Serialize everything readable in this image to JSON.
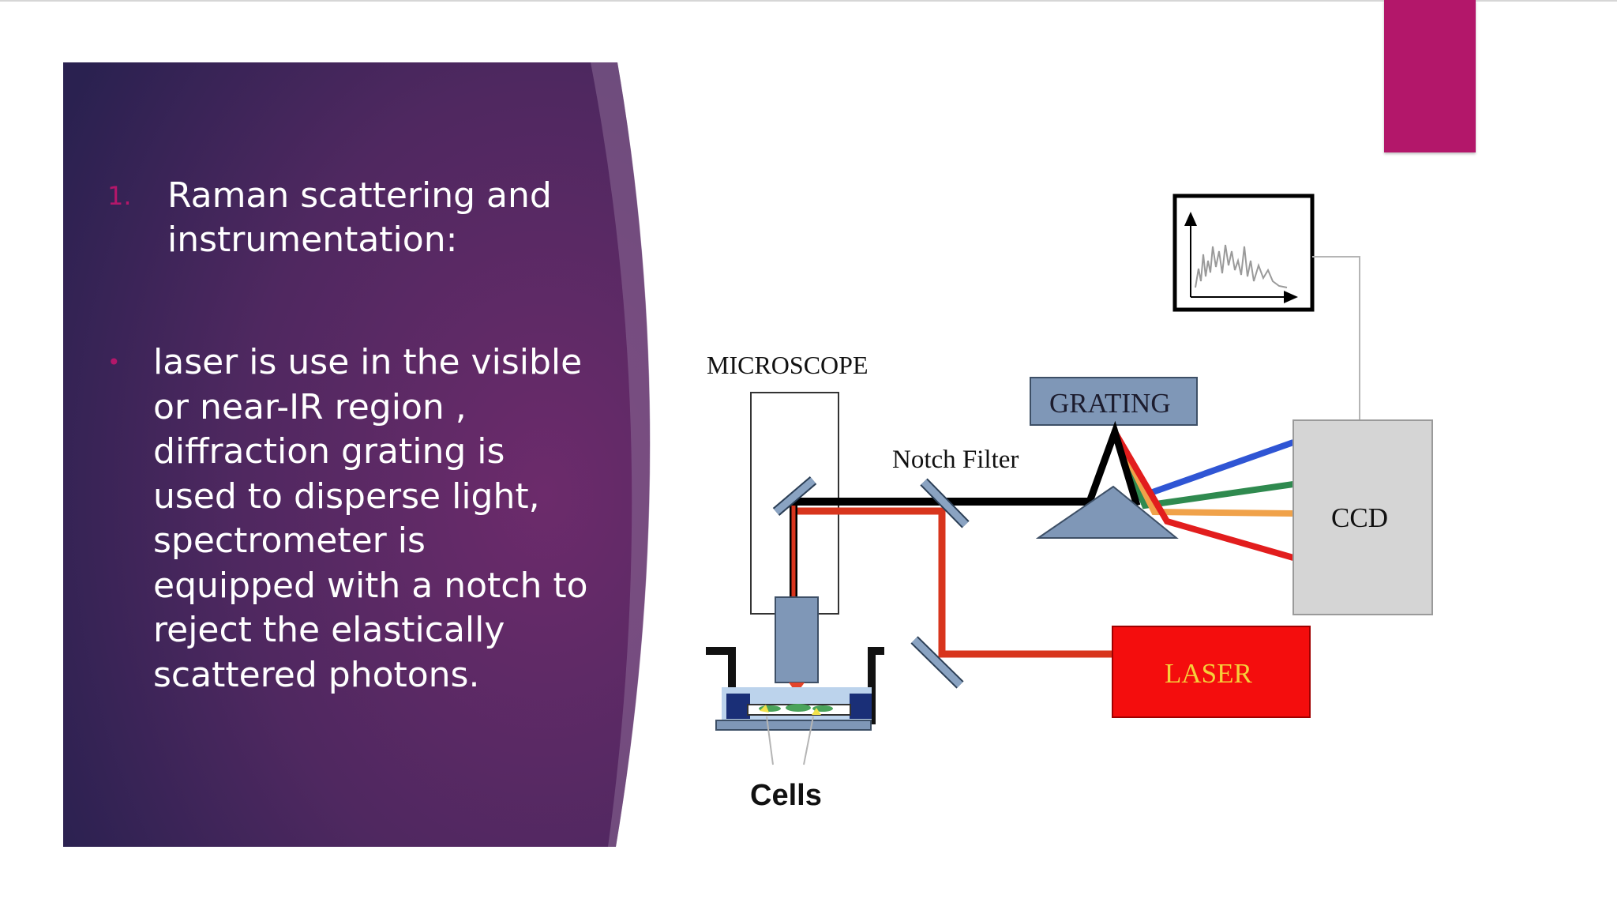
{
  "slide": {
    "numbered_item": {
      "number": "1.",
      "text": "Raman scattering and instrumentation:"
    },
    "bullet_item": {
      "bullet": "•",
      "text": "laser is use in the visible or near-IR region , diffraction grating is used to disperse light, spectrometer is equipped with a notch to reject the elastically scattered photons."
    }
  },
  "diagram": {
    "labels": {
      "microscope": "MICROSCOPE",
      "grating": "GRATING",
      "notch_filter": "Notch Filter",
      "ccd": "CCD",
      "laser": "LASER",
      "cells": "Cells"
    }
  },
  "colors": {
    "panel_start": "#2a1f4f",
    "panel_end": "#6a2a68",
    "accent": "#b3176a",
    "laser_box": "#f40d0d",
    "laser_text": "#f5d03a",
    "grating_box": "#7f97b7",
    "ccd_box": "#d5d5d5"
  }
}
